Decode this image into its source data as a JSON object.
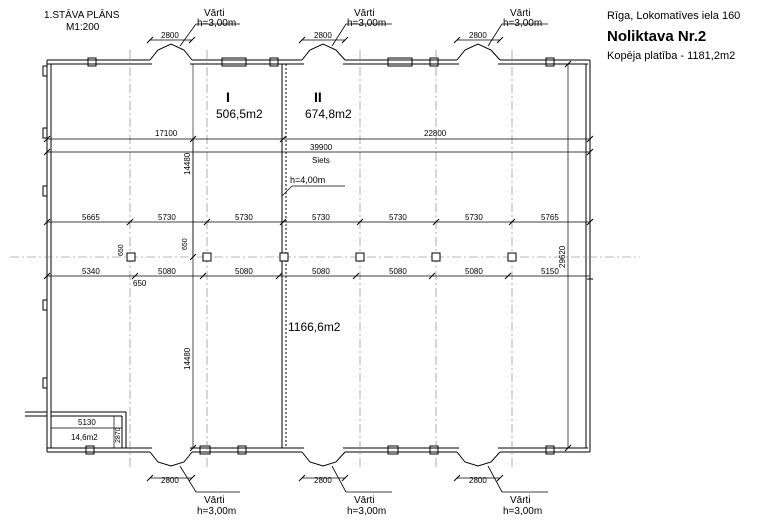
{
  "header": {
    "floor_plan": "1.STĀVA PLĀNS",
    "scale": "M1:200",
    "address": "Rīga, Lokomatīves iela 160",
    "building": "Noliktava Nr.2",
    "total_area": "Kopēja platība - 1181,2m2"
  },
  "rooms": {
    "room1_num": "I",
    "room1_area": "506,5m2",
    "room2_num": "II",
    "room2_area": "674,8m2",
    "big_area": "1166,6m2",
    "small_area": "14,6m2"
  },
  "gates": {
    "label": "Vārti",
    "height": "h=3,00m",
    "width": "2800"
  },
  "dims": {
    "d17100": "17100",
    "d22800": "22800",
    "d39900": "39900",
    "siets": "Siets",
    "h4": "h=4,00m",
    "top_row": [
      "5665",
      "5730",
      "5730",
      "5730",
      "5730",
      "5730",
      "5765"
    ],
    "bottom_row": [
      "5340",
      "5080",
      "5080",
      "5080",
      "5080",
      "5080",
      "5150"
    ],
    "d650a": "650",
    "d650b": "650",
    "d650c": "650",
    "d14480a": "14480",
    "d14480b": "14480",
    "d29620": "29620",
    "d5130": "5130",
    "d2870": "2870"
  }
}
